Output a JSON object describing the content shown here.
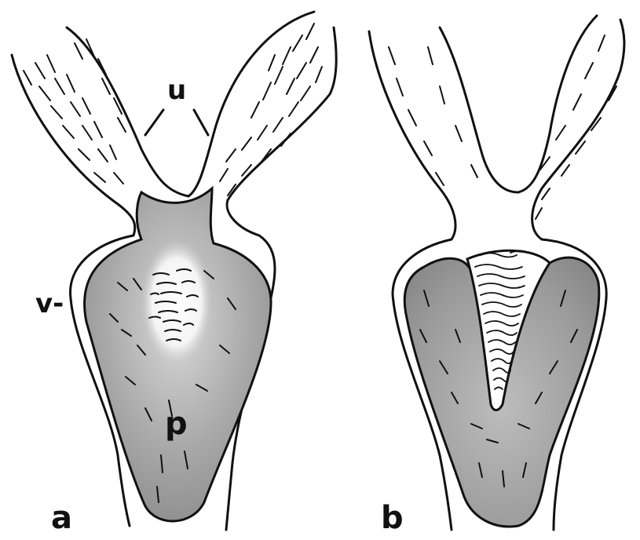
{
  "labels": {
    "u": "u",
    "v": "v-",
    "p": "p",
    "a": "a",
    "b": "b"
  },
  "colors": {
    "stroke": "#111111",
    "tissue_fill": "#9a9a9a",
    "background": "#ffffff"
  },
  "panels": [
    "a",
    "b"
  ]
}
